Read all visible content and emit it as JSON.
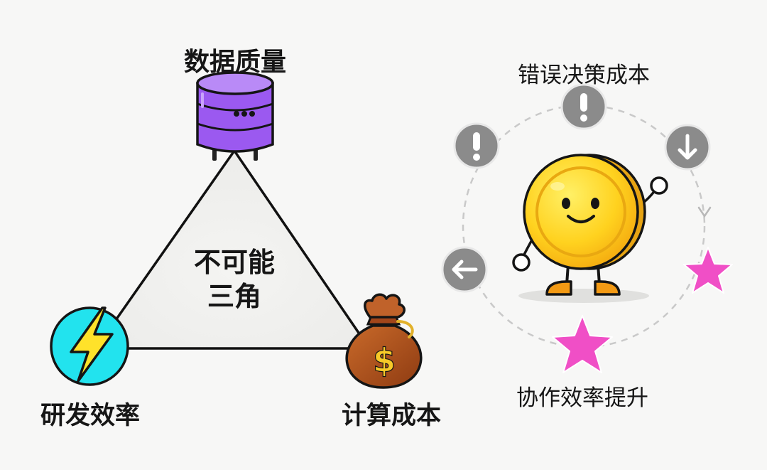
{
  "triangle": {
    "top_label": "数据质量",
    "left_label": "研发效率",
    "right_label": "计算成本",
    "center_line1": "不可能",
    "center_line2": "三角",
    "money_symbol": "$"
  },
  "cycle": {
    "top_label": "错误决策成本",
    "bottom_label": "协作效率提升",
    "icons": [
      "exclamation-icon",
      "exclamation-icon",
      "down-arrow-icon",
      "left-arrow-icon",
      "star-icon",
      "star-icon"
    ]
  },
  "colors": {
    "database": "#9b59f0",
    "lightning_circle": "#22e3ee",
    "lightning_bolt": "#ffe22a",
    "money_bag": "#b5531d",
    "coin": "#ffc81e",
    "star": "#f04fc6",
    "gray_icon": "#8b8b8b"
  }
}
